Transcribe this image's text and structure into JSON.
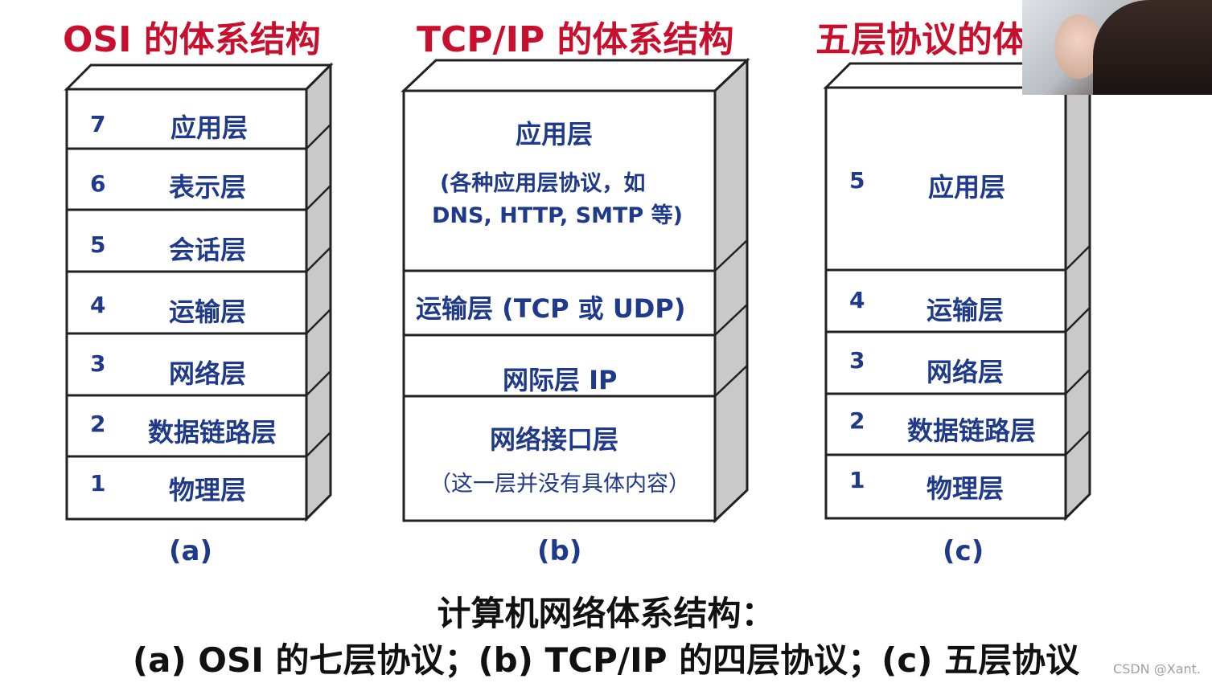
{
  "titles": {
    "a": "OSI 的体系结构",
    "b": "TCP/IP 的体系结构",
    "c": "五层协议的体"
  },
  "stack_a": {
    "label": "(a)",
    "layers": [
      {
        "num": "7",
        "name": "应用层"
      },
      {
        "num": "6",
        "name": "表示层"
      },
      {
        "num": "5",
        "name": "会话层"
      },
      {
        "num": "4",
        "name": "运输层"
      },
      {
        "num": "3",
        "name": "网络层"
      },
      {
        "num": "2",
        "name": "数据链路层"
      },
      {
        "num": "1",
        "name": "物理层"
      }
    ]
  },
  "stack_b": {
    "label": "(b)",
    "layers": [
      {
        "name": "应用层",
        "sub1": "(各种应用层协议，如",
        "sub2": "DNS, HTTP, SMTP 等)"
      },
      {
        "name": "运输层 (TCP 或 UDP)"
      },
      {
        "name": "网际层 IP"
      },
      {
        "name": "网络接口层",
        "sub1": "（这一层并没有具体内容）"
      }
    ]
  },
  "stack_c": {
    "label": "(c)",
    "layers": [
      {
        "num": "5",
        "name": "应用层"
      },
      {
        "num": "4",
        "name": "运输层"
      },
      {
        "num": "3",
        "name": "网络层"
      },
      {
        "num": "2",
        "name": "数据链路层"
      },
      {
        "num": "1",
        "name": "物理层"
      }
    ]
  },
  "caption": {
    "line1": "计算机网络体系结构：",
    "line2": "(a) OSI 的七层协议；(b) TCP/IP 的四层协议；(c) 五层协议"
  },
  "watermark": "CSDN @Xant.",
  "colors": {
    "title": "#c8102e",
    "layer_text": "#1f3a8a",
    "side_face": "#c9c9c9",
    "top_face": "#ffffff"
  }
}
